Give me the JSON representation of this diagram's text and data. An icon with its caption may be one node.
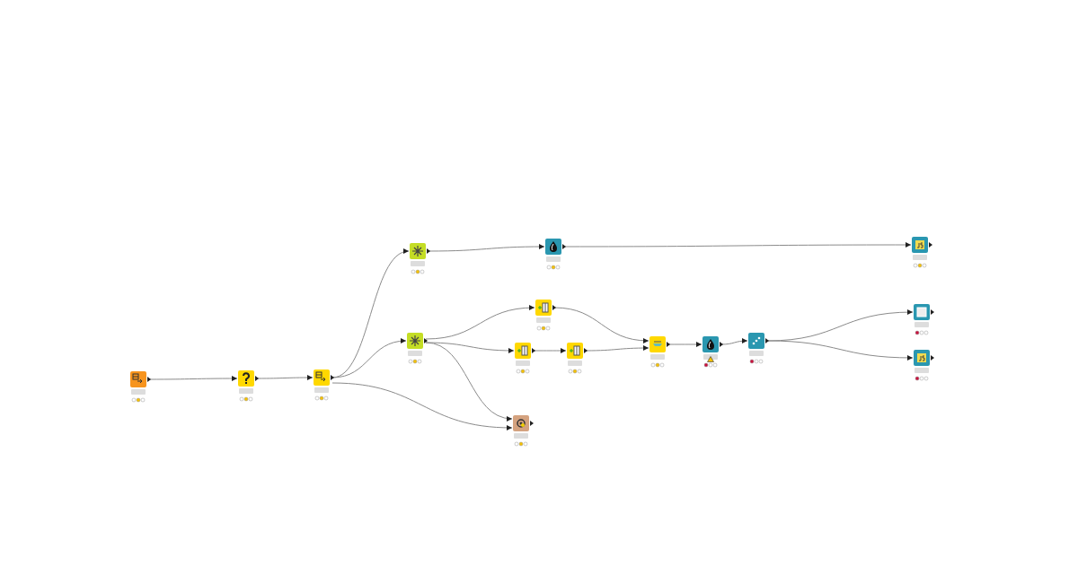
{
  "diagram": {
    "nodes": [
      {
        "text": [],
        "shape": "box"
      },
      {
        "text": [],
        "shape": "box"
      },
      {
        "text": [],
        "shape": "box"
      },
      {
        "text": [],
        "shape": "box"
      },
      {
        "text": [],
        "shape": "box"
      },
      {
        "text": [],
        "shape": "box"
      },
      {
        "text": [],
        "shape": "box"
      },
      {
        "text": [],
        "shape": "box"
      },
      {
        "text": [],
        "shape": "box"
      },
      {
        "text": [],
        "shape": "box"
      },
      {
        "text": [],
        "shape": "box"
      },
      {
        "text": [],
        "shape": "box"
      },
      {
        "text": [],
        "shape": "box"
      },
      {
        "text": [],
        "shape": "box"
      },
      {
        "text": [],
        "shape": "box"
      },
      {
        "text": [],
        "shape": "box"
      }
    ],
    "edges": [
      {
        "from": 0,
        "to": 1,
        "arrow": "to"
      },
      {
        "from": 1,
        "to": 2,
        "arrow": "to"
      },
      {
        "from": 2,
        "to": 3,
        "arrow": "to"
      },
      {
        "from": 2,
        "to": 7,
        "arrow": "to"
      },
      {
        "from": 2,
        "to": 15,
        "arrow": "to"
      },
      {
        "from": 3,
        "to": 4,
        "arrow": "to"
      },
      {
        "from": 4,
        "to": 5,
        "arrow": "to"
      },
      {
        "from": 7,
        "to": 6,
        "arrow": "to"
      },
      {
        "from": 7,
        "to": 8,
        "arrow": "to"
      },
      {
        "from": 7,
        "to": 15,
        "arrow": "to"
      },
      {
        "from": 8,
        "to": 9,
        "arrow": "to"
      },
      {
        "from": 6,
        "to": 10,
        "arrow": "to"
      },
      {
        "from": 9,
        "to": 10,
        "arrow": "to"
      },
      {
        "from": 10,
        "to": 11,
        "arrow": "to"
      },
      {
        "from": 11,
        "to": 12,
        "arrow": "to"
      },
      {
        "from": 12,
        "to": 13,
        "arrow": "to"
      },
      {
        "from": 12,
        "to": 14,
        "arrow": "to"
      }
    ]
  }
}
